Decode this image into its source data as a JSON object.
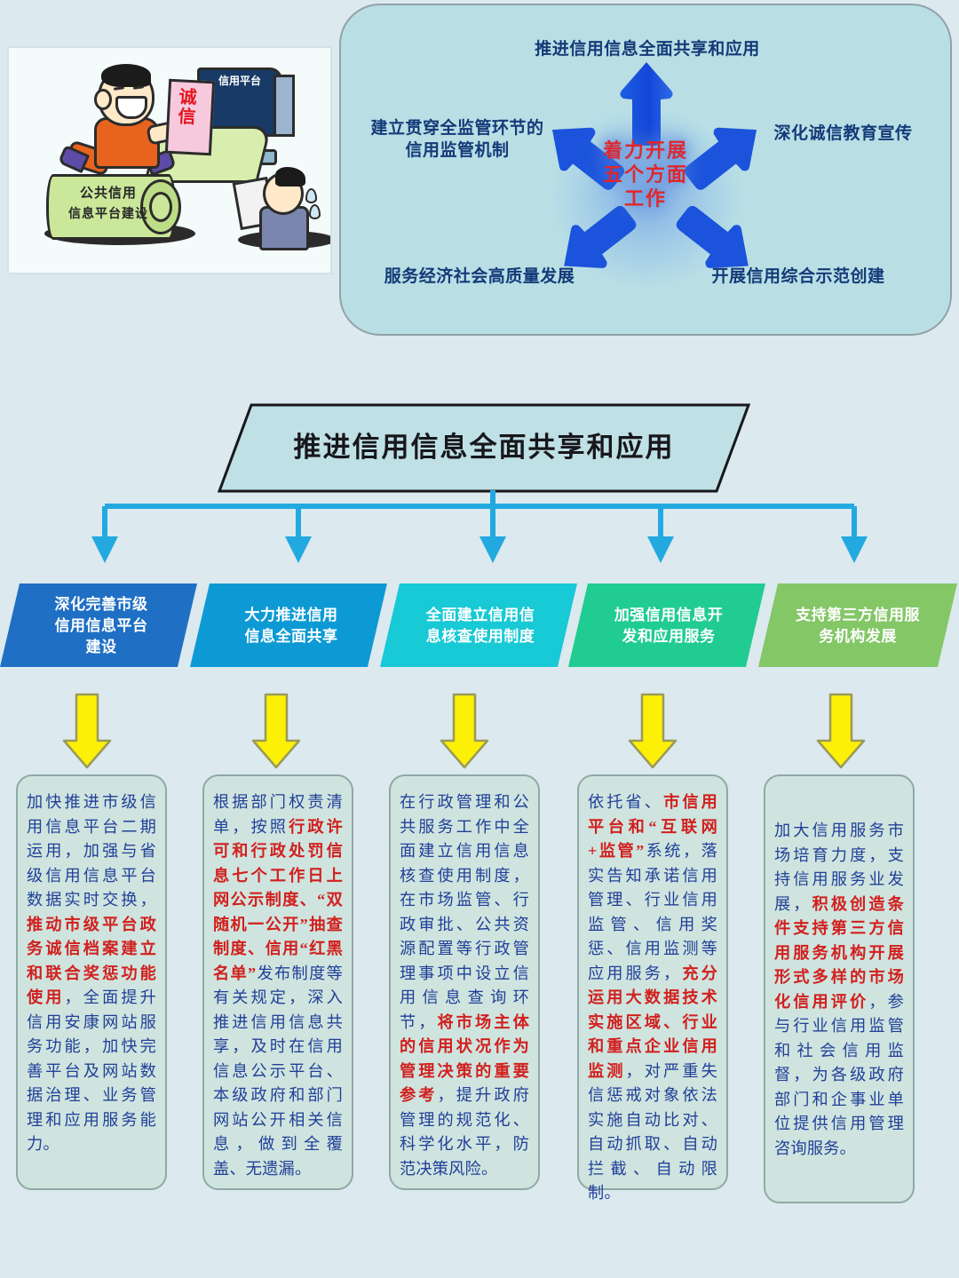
{
  "colors": {
    "page_bg": "#dce9ef",
    "panel_bg": "#b9dfe5",
    "banner_fill": "#bfe0e5",
    "connector_blue": "#22a9e0",
    "arrow_yellow": "#fdf007",
    "highlight_red": "#d1201f",
    "body_blue": "#22409a",
    "label_blue": "#143a78",
    "bar_1": "#1f6fc4",
    "bar_2": "#0d9ad4",
    "bar_3": "#18c9d6",
    "bar_4": "#20cc91",
    "bar_5": "#83c766"
  },
  "illustration": {
    "name": "public-credit-information-platform-cartoon",
    "roller_text_line1": "公共信用",
    "roller_text_line2": "信息平台建设",
    "monitor_text": "信用平台",
    "sign_text": "诚信"
  },
  "radial_panel": {
    "center_text": "着力开展\n五个方面\n工作",
    "center_lines": [
      "着力开展",
      "五个方面",
      "工作"
    ],
    "labels": {
      "top": "推进信用信息全面共享和应用",
      "left": "建立贯穿全监管环节的\n信用监管机制",
      "left_lines": [
        "建立贯穿全监管环节的",
        "信用监管机制"
      ],
      "right": "深化诚信教育宣传",
      "bottom_left": "服务经济社会高质量发展",
      "bottom_right": "开展信用综合示范创建"
    },
    "arrow_count": 5
  },
  "banner": {
    "title": "推进信用信息全面共享和应用"
  },
  "pillars": [
    {
      "id": "pillar-1",
      "bar_label": "深化完善市级\n信用信息平台\n建设",
      "bar_lines": [
        "深化完善市级",
        "信用信息平台",
        "建设"
      ],
      "color": "#1f6fc4",
      "detail_segments": [
        {
          "text": "加快推进市级信用信息平台二期运用，加强与省级信用信息平台数据实时交换，",
          "highlight": false
        },
        {
          "text": "推动市级平台政务诚信档案建立和联合奖惩功能使用",
          "highlight": true
        },
        {
          "text": "，全面提升信用安康网站服务功能，加快完善平台及网站数据治理、业务管理和应用服务能力。",
          "highlight": false
        }
      ]
    },
    {
      "id": "pillar-2",
      "bar_label": "大力推进信用\n信息全面共享",
      "bar_lines": [
        "大力推进信用",
        "信息全面共享"
      ],
      "color": "#0d9ad4",
      "detail_segments": [
        {
          "text": "根据部门权责清单，按照",
          "highlight": false
        },
        {
          "text": "行政许可和行政处罚信息七个工作日上网公示制度、“双随机一公开”抽查制度、信用“红黑名单”",
          "highlight": true
        },
        {
          "text": "发布制度等有关规定，深入推进信用信息共享，及时在信用信息公示平台、本级政府和部门网站公开相关信息，做到全覆盖、无遗漏。",
          "highlight": false
        }
      ]
    },
    {
      "id": "pillar-3",
      "bar_label": "全面建立信用信\n息核查使用制度",
      "bar_lines": [
        "全面建立信用信",
        "息核查使用制度"
      ],
      "color": "#18c9d6",
      "detail_segments": [
        {
          "text": "在行政管理和公共服务工作中全面建立信用信息核查使用制度，在市场监管、行政审批、公共资源配置等行政管理事项中设立信用信息查询环节，",
          "highlight": false
        },
        {
          "text": "将市场主体的信用状况作为管理决策的重要参考",
          "highlight": true
        },
        {
          "text": "，提升政府管理的规范化、科学化水平，防范决策风险。",
          "highlight": false
        }
      ]
    },
    {
      "id": "pillar-4",
      "bar_label": "加强信用信息开\n发和应用服务",
      "bar_lines": [
        "加强信用信息开",
        "发和应用服务"
      ],
      "color": "#20cc91",
      "detail_segments": [
        {
          "text": "依托省、",
          "highlight": false
        },
        {
          "text": "市信用平台和“互联网+监管”",
          "highlight": true
        },
        {
          "text": "系统，落实告知承诺信用管理、行业信用监管、信用奖惩、信用监测等应用服务，",
          "highlight": false
        },
        {
          "text": "充分运用大数据技术实施区域、行业和重点企业信用监测",
          "highlight": true
        },
        {
          "text": "，对严重失信惩戒对象依法实施自动比对、自动抓取、自动拦截、自动限制。",
          "highlight": false
        }
      ]
    },
    {
      "id": "pillar-5",
      "bar_label": "支持第三方信用服\n务机构发展",
      "bar_lines": [
        "支持第三方信用服",
        "务机构发展"
      ],
      "color": "#83c766",
      "detail_segments": [
        {
          "text": "加大信用服务市场培育力度，支持信用服务业发展，",
          "highlight": false
        },
        {
          "text": "积极创造条件支持第三方信用服务机构开展形式多样的市场化信用评价",
          "highlight": true
        },
        {
          "text": "，参与行业信用监管和社会信用监督，为各级政府部门和企事业单位提供信用管理咨询服务。",
          "highlight": false
        }
      ]
    }
  ]
}
